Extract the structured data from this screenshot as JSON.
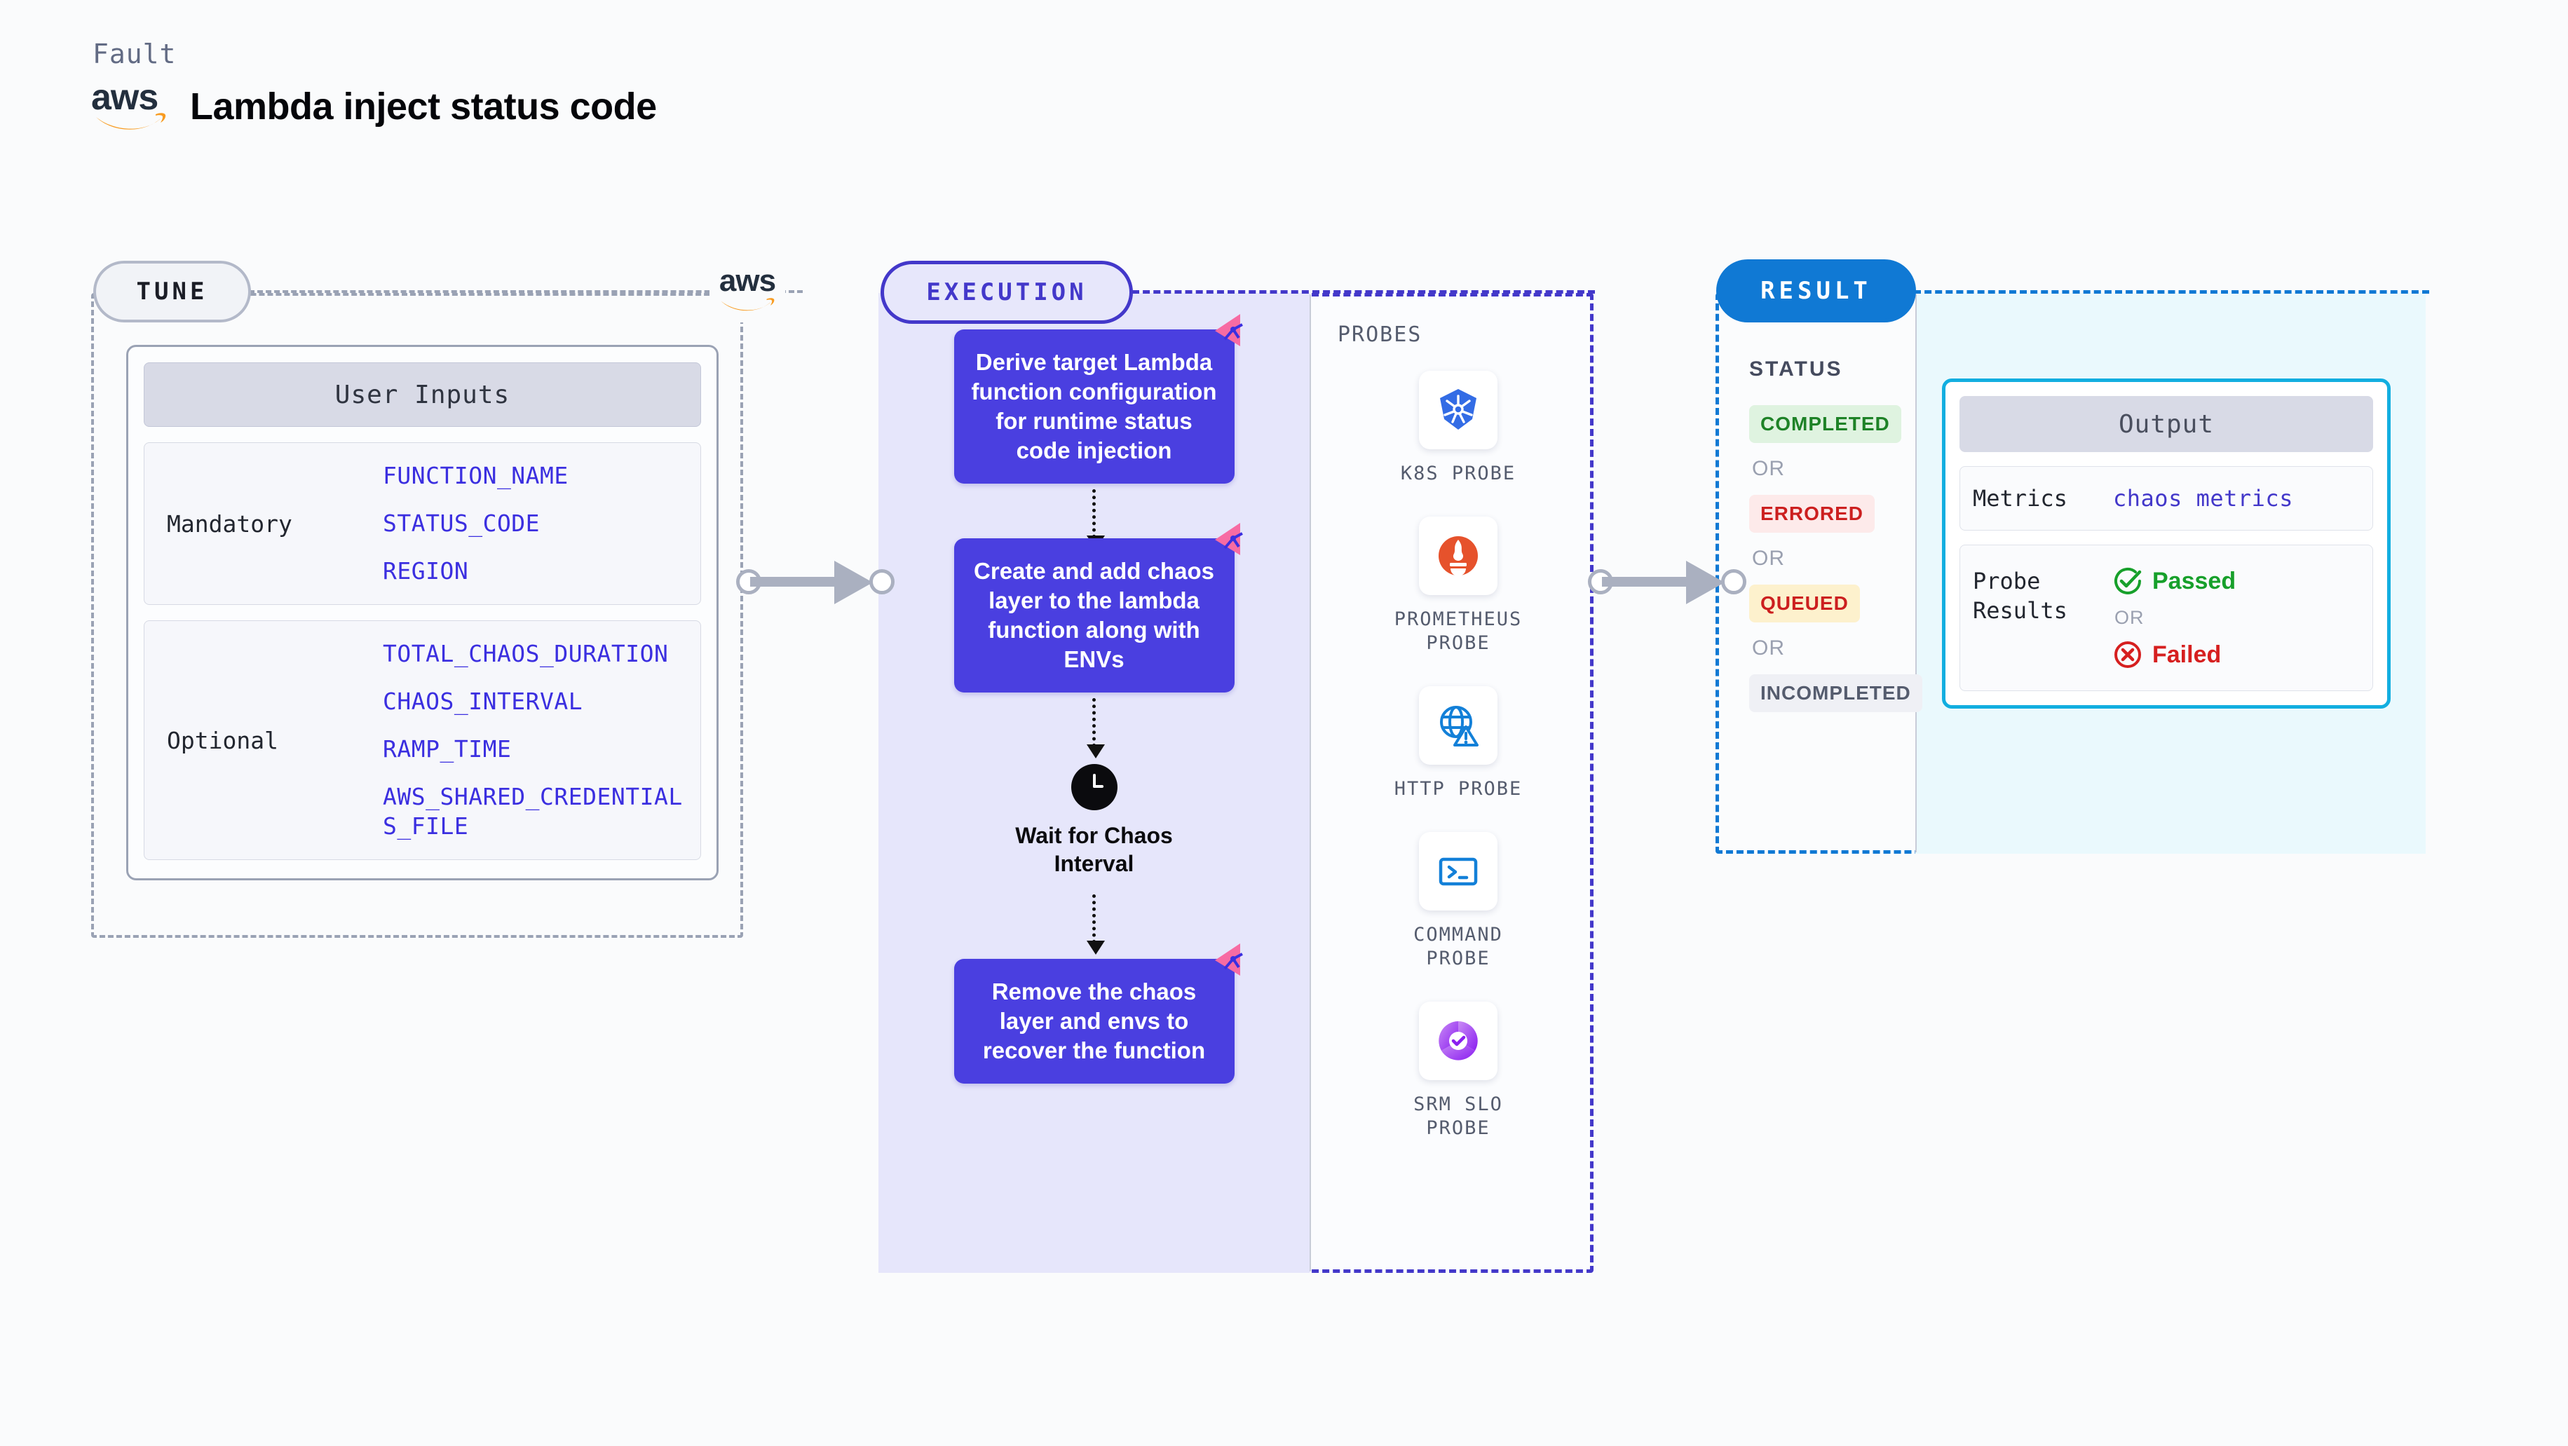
{
  "header": {
    "fault_label": "Fault",
    "title": "Lambda inject status code",
    "aws_logo_text": "aws"
  },
  "tune": {
    "pill_label": "TUNE",
    "aws_badge_text": "aws",
    "card_title": "User Inputs",
    "groups": [
      {
        "label": "Mandatory",
        "keys": [
          "FUNCTION_NAME",
          "STATUS_CODE",
          "REGION"
        ]
      },
      {
        "label": "Optional",
        "keys": [
          "TOTAL_CHAOS_DURATION",
          "CHAOS_INTERVAL",
          "RAMP_TIME",
          "AWS_SHARED_CREDENTIALS_FILE"
        ]
      }
    ]
  },
  "execution": {
    "pill_label": "EXECUTION",
    "steps": [
      {
        "type": "box",
        "text": "Derive target Lambda function configuration for runtime status code injection",
        "flag": "chaos-flag-icon"
      },
      {
        "type": "box",
        "text": "Create and add chaos layer to the lambda function along with ENVs",
        "flag": "chaos-flag-icon"
      },
      {
        "type": "wait",
        "text": "Wait for Chaos Interval",
        "icon": "clock-icon"
      },
      {
        "type": "box",
        "text": "Remove the chaos layer and envs to recover the function",
        "flag": "chaos-flag-icon"
      }
    ]
  },
  "probes": {
    "section_label": "PROBES",
    "items": [
      {
        "name": "K8S PROBE",
        "icon": "kubernetes-icon"
      },
      {
        "name": "PROMETHEUS PROBE",
        "icon": "prometheus-icon"
      },
      {
        "name": "HTTP PROBE",
        "icon": "http-globe-warning-icon"
      },
      {
        "name": "COMMAND PROBE",
        "icon": "terminal-icon"
      },
      {
        "name": "SRM SLO PROBE",
        "icon": "srm-slo-icon"
      }
    ]
  },
  "result": {
    "pill_label": "RESULT",
    "status_title": "STATUS",
    "or_text": "OR",
    "statuses": [
      {
        "label": "COMPLETED",
        "bg": "#dff3e0",
        "fg": "#1e8227"
      },
      {
        "label": "ERRORED",
        "bg": "#fdeaea",
        "fg": "#cc1f1f"
      },
      {
        "label": "QUEUED",
        "bg": "#fdf1cd",
        "fg": "#cc1f1f"
      },
      {
        "label": "INCOMPLETED",
        "bg": "#eff0f5",
        "fg": "#555c6e"
      }
    ],
    "output": {
      "title": "Output",
      "metrics_label": "Metrics",
      "metrics_value": "chaos metrics",
      "probe_results_label": "Probe Results",
      "passed_label": "Passed",
      "failed_label": "Failed",
      "or_text": "OR"
    }
  },
  "colors": {
    "tune_border": "#9aa2b4",
    "execution_border": "#4338ca",
    "result_border": "#1079d4",
    "flow_box": "#4a3fe0",
    "flag": "#f76ba3",
    "output_border": "#12aee0",
    "key_text": "#3b2fe0"
  }
}
